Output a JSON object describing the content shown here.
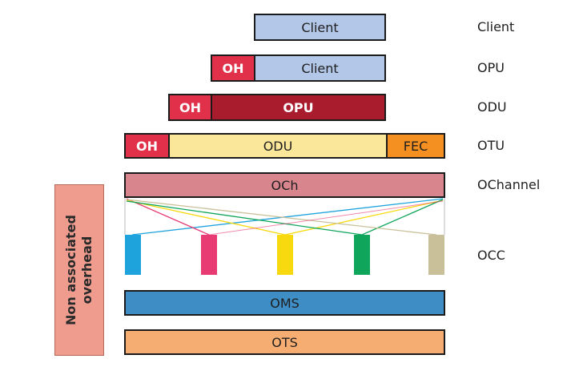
{
  "colors": {
    "client": "#b3c7e8",
    "oh_red": "#e0304a",
    "opu": "#a81c2e",
    "odu": "#fbe79a",
    "fec": "#f39021",
    "och": "#d9858e",
    "oms": "#3e8ec5",
    "ots": "#f6ad72",
    "side": "#ef9c8f",
    "occ": [
      "#1fa3dc",
      "#e83b74",
      "#f8d80e",
      "#0fa55a",
      "#c9c09a"
    ]
  },
  "rows": {
    "client": {
      "block": "Client",
      "layer": "Client"
    },
    "opu": {
      "oh": "OH",
      "block": "Client",
      "layer": "OPU"
    },
    "odu": {
      "oh": "OH",
      "block": "OPU",
      "layer": "ODU"
    },
    "otu": {
      "oh": "OH",
      "block": "ODU",
      "fec": "FEC",
      "layer": "OTU"
    },
    "ochannel": {
      "block": "OCh",
      "layer": "OChannel"
    },
    "occ": {
      "layer": "OCC"
    },
    "oms": {
      "block": "OMS"
    },
    "ots": {
      "block": "OTS"
    }
  },
  "side_label": {
    "line1": "Non associated",
    "line2": "overhead"
  }
}
